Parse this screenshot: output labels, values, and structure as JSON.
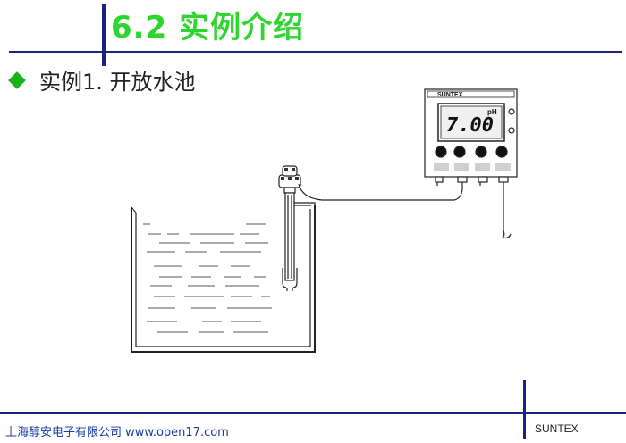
{
  "header": {
    "title": "6.2  实例介绍"
  },
  "section": {
    "subtitle": "实例1. 开放水池"
  },
  "device": {
    "brand": "SUNTEX",
    "reading": "7.00",
    "unit": "pH"
  },
  "footer": {
    "left_text": "上海醇安电子有限公司 www.open17.com",
    "right_text": "SUNTEX"
  },
  "colors": {
    "title": "#2ed52e",
    "rule": "#1a237e",
    "bullet": "#17b317",
    "footer_text": "#1a3caa"
  }
}
